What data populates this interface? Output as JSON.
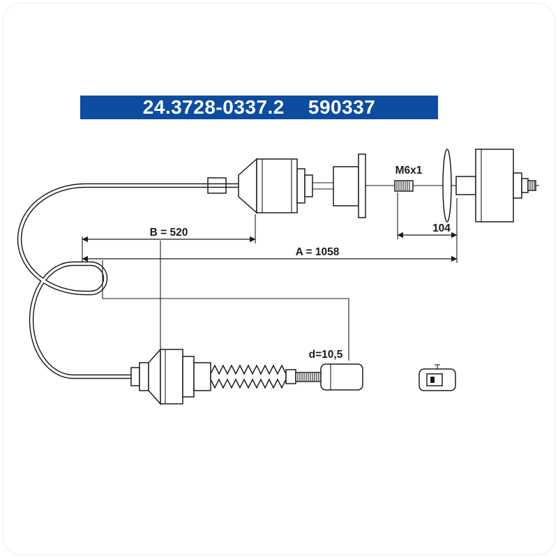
{
  "header": {
    "part_number": "24.3728-0337.2",
    "ref_number": "590337",
    "bg_color": "#0c4da2",
    "text_color": "#ffffff"
  },
  "diagram": {
    "line_color": "#1b1b1b",
    "background": "#ffffff",
    "labels": {
      "dim_b": "B = 520",
      "dim_a": "A = 1058",
      "dim_segment": "104",
      "thread": "M6x1",
      "diameter": "d=10,5"
    }
  }
}
